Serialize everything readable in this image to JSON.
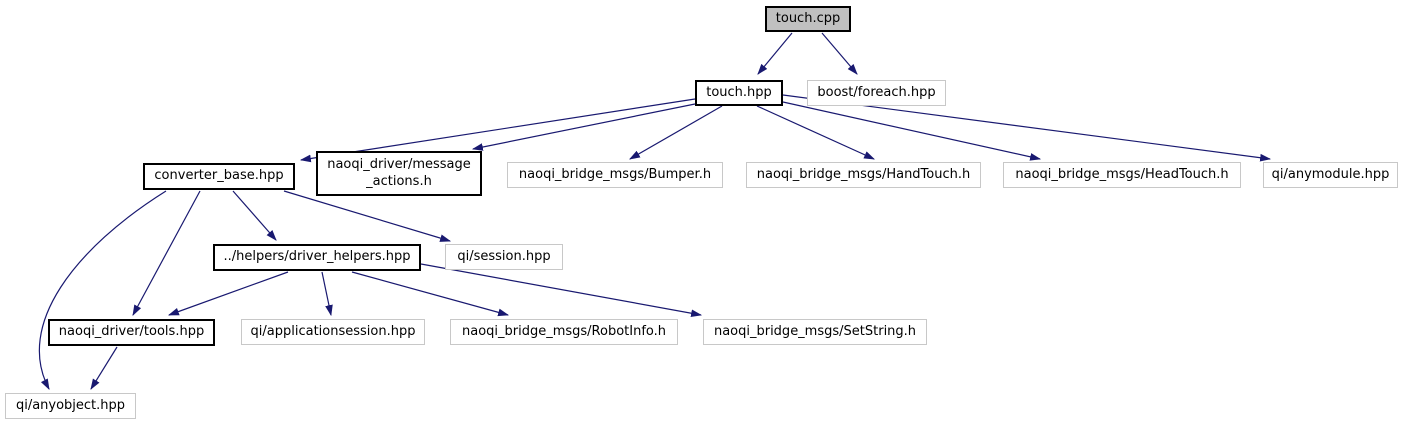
{
  "diagram": {
    "kind": "include-dependency-graph",
    "root_file": "touch.cpp"
  },
  "colors": {
    "background": "#ffffff",
    "edge": "#191970",
    "text": "#000000",
    "root_node_fill": "#c0c0c0",
    "documented_node_border": "#000000",
    "external_node_border": "#c8c8c8",
    "node_fill": "#ffffff"
  },
  "nodes": [
    {
      "id": "touch-cpp",
      "label": "touch.cpp"
    },
    {
      "id": "touch-hpp",
      "label": "touch.hpp"
    },
    {
      "id": "boost-foreach",
      "label": "boost/foreach.hpp"
    },
    {
      "id": "converter-base",
      "label": "converter_base.hpp"
    },
    {
      "id": "message-actions",
      "label": "naoqi_driver/message\n_actions.h"
    },
    {
      "id": "bumper",
      "label": "naoqi_bridge_msgs/Bumper.h"
    },
    {
      "id": "handtouch",
      "label": "naoqi_bridge_msgs/HandTouch.h"
    },
    {
      "id": "headtouch",
      "label": "naoqi_bridge_msgs/HeadTouch.h"
    },
    {
      "id": "anymodule",
      "label": "qi/anymodule.hpp"
    },
    {
      "id": "driver-helpers",
      "label": "../helpers/driver_helpers.hpp"
    },
    {
      "id": "session",
      "label": "qi/session.hpp"
    },
    {
      "id": "tools",
      "label": "naoqi_driver/tools.hpp"
    },
    {
      "id": "applicationsession",
      "label": "qi/applicationsession.hpp"
    },
    {
      "id": "robotinfo",
      "label": "naoqi_bridge_msgs/RobotInfo.h"
    },
    {
      "id": "setstring",
      "label": "naoqi_bridge_msgs/SetString.h"
    },
    {
      "id": "anyobject",
      "label": "qi/anyobject.hpp"
    }
  ],
  "edges": [
    {
      "from": "touch.cpp",
      "to": "touch.hpp"
    },
    {
      "from": "touch.cpp",
      "to": "boost/foreach.hpp"
    },
    {
      "from": "touch.hpp",
      "to": "converter_base.hpp"
    },
    {
      "from": "touch.hpp",
      "to": "naoqi_driver/message_actions.h"
    },
    {
      "from": "touch.hpp",
      "to": "naoqi_bridge_msgs/Bumper.h"
    },
    {
      "from": "touch.hpp",
      "to": "naoqi_bridge_msgs/HandTouch.h"
    },
    {
      "from": "touch.hpp",
      "to": "naoqi_bridge_msgs/HeadTouch.h"
    },
    {
      "from": "touch.hpp",
      "to": "qi/anymodule.hpp"
    },
    {
      "from": "converter_base.hpp",
      "to": "../helpers/driver_helpers.hpp"
    },
    {
      "from": "converter_base.hpp",
      "to": "qi/session.hpp"
    },
    {
      "from": "converter_base.hpp",
      "to": "naoqi_driver/tools.hpp"
    },
    {
      "from": "converter_base.hpp",
      "to": "qi/anyobject.hpp"
    },
    {
      "from": "../helpers/driver_helpers.hpp",
      "to": "naoqi_driver/tools.hpp"
    },
    {
      "from": "../helpers/driver_helpers.hpp",
      "to": "qi/applicationsession.hpp"
    },
    {
      "from": "../helpers/driver_helpers.hpp",
      "to": "naoqi_bridge_msgs/RobotInfo.h"
    },
    {
      "from": "../helpers/driver_helpers.hpp",
      "to": "naoqi_bridge_msgs/SetString.h"
    },
    {
      "from": "naoqi_driver/tools.hpp",
      "to": "qi/anyobject.hpp"
    }
  ]
}
